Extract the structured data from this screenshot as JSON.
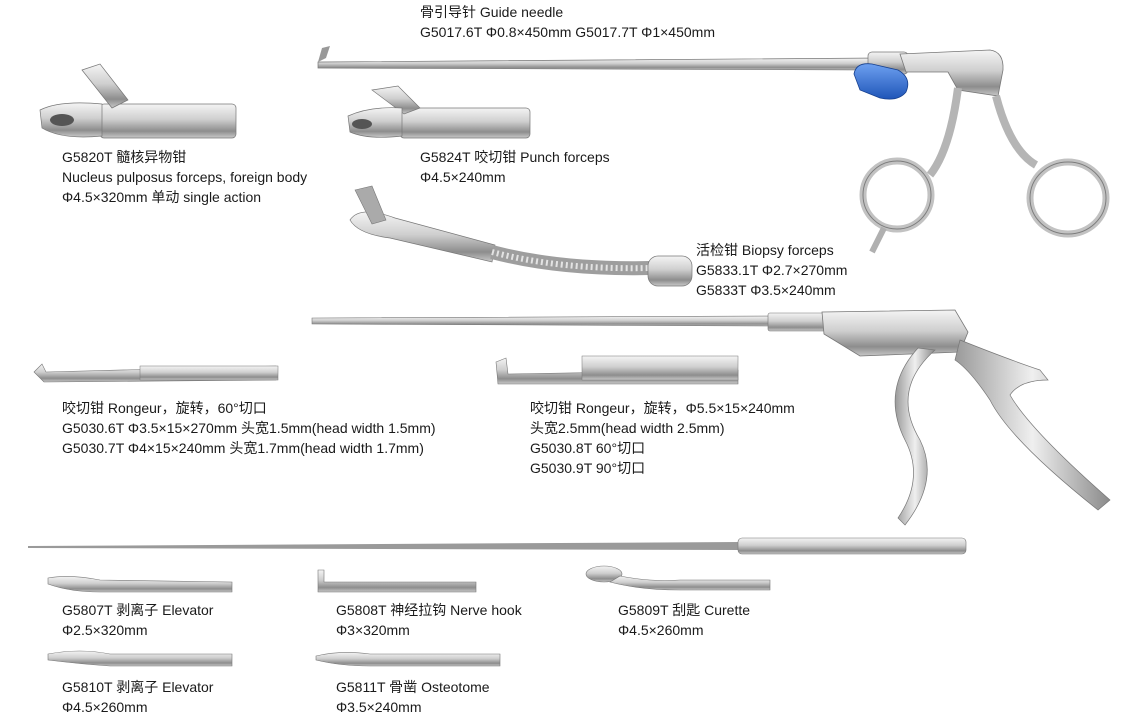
{
  "catalog": {
    "guide_needle": {
      "line1": "骨引导针 Guide needle",
      "line2": "G5017.6T Φ0.8×450mm  G5017.7T Φ1×450mm"
    },
    "g5820t": {
      "line1": "G5820T 髓核异物钳",
      "line2": "Nucleus pulposus forceps, foreign body",
      "line3": "Φ4.5×320mm 单动 single action"
    },
    "g5824t": {
      "line1": "G5824T 咬切钳 Punch forceps",
      "line2": "Φ4.5×240mm"
    },
    "biopsy": {
      "line1": "活检钳 Biopsy forceps",
      "line2": "G5833.1T  Φ2.7×270mm",
      "line3": "G5833T  Φ3.5×240mm"
    },
    "rongeur_60": {
      "line1": "咬切钳 Rongeur，旋转，60°切口",
      "line2": "G5030.6T  Φ3.5×15×270mm 头宽1.5mm(head width 1.5mm)",
      "line3": "G5030.7T  Φ4×15×240mm 头宽1.7mm(head width 1.7mm)"
    },
    "rongeur_55": {
      "line1": "咬切钳 Rongeur，旋转，Φ5.5×15×240mm",
      "line2": "头宽2.5mm(head width 2.5mm)",
      "line3": "G5030.8T  60°切口",
      "line4": "G5030.9T  90°切口"
    },
    "g5807t": {
      "line1": "G5807T 剥离子 Elevator",
      "line2": "Φ2.5×320mm"
    },
    "g5808t": {
      "line1": "G5808T 神经拉钩 Nerve hook",
      "line2": "Φ3×320mm"
    },
    "g5809t": {
      "line1": "G5809T 刮匙 Curette",
      "line2": "Φ4.5×260mm"
    },
    "g5810t": {
      "line1": "G5810T 剥离子 Elevator",
      "line2": "Φ4.5×260mm"
    },
    "g5811t": {
      "line1": "G5811T 骨凿 Osteotome",
      "line2": "Φ3.5×240mm"
    }
  },
  "colors": {
    "steel_light": "#e9e9e9",
    "steel_mid": "#b8b8b8",
    "steel_dark": "#6e6e6e",
    "cap_blue": "#2f6fd6",
    "text": "#1a1a1a"
  }
}
